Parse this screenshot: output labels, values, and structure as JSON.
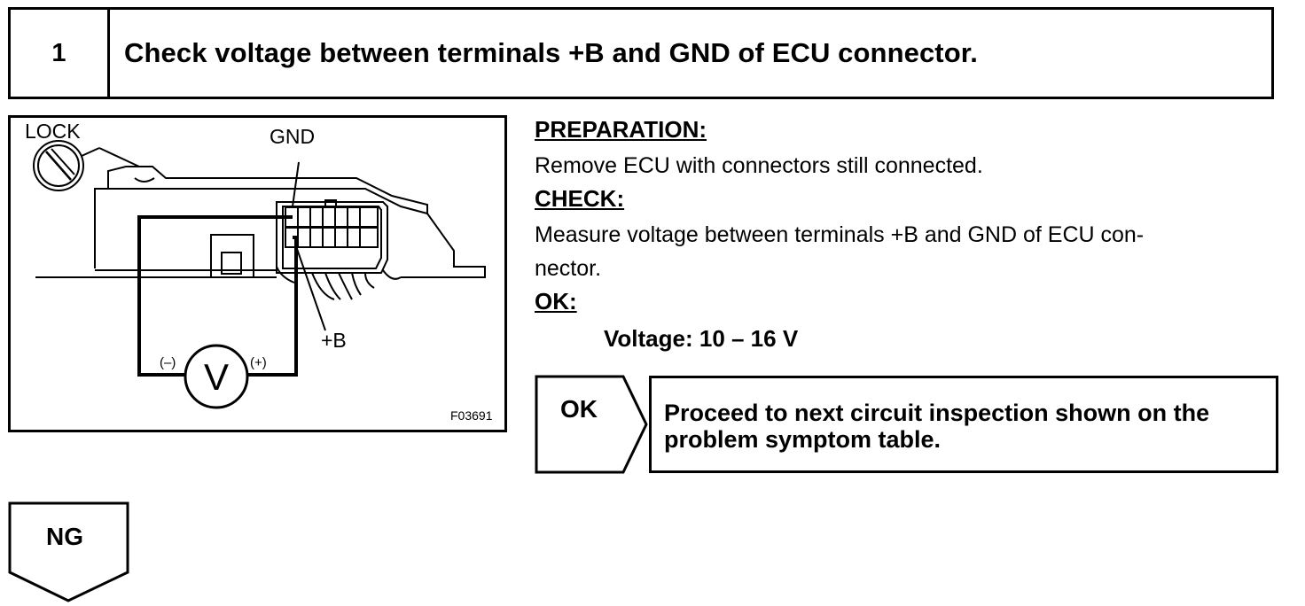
{
  "step": {
    "number": "1",
    "title": "Check voltage between terminals +B and GND of ECU connector."
  },
  "figure": {
    "label_lock": "LOCK",
    "label_gnd": "GND",
    "label_b": "+B",
    "label_minus": "(–)",
    "label_plus": "(+)",
    "meter_symbol": "V",
    "code": "F03691"
  },
  "instructions": {
    "preparation_heading": "PREPARATION:",
    "preparation_text": "Remove ECU with connectors still connected.",
    "check_heading": "CHECK:",
    "check_text_line1": "Measure voltage between terminals +B and GND of ECU con-",
    "check_text_line2": "nector.",
    "ok_heading": "OK:",
    "ok_value": "Voltage: 10 – 16 V"
  },
  "ok_flow": {
    "label": "OK",
    "result_line1": "Proceed to next circuit inspection shown on the",
    "result_line2": "problem symptom table."
  },
  "ng_flow": {
    "label": "NG"
  }
}
